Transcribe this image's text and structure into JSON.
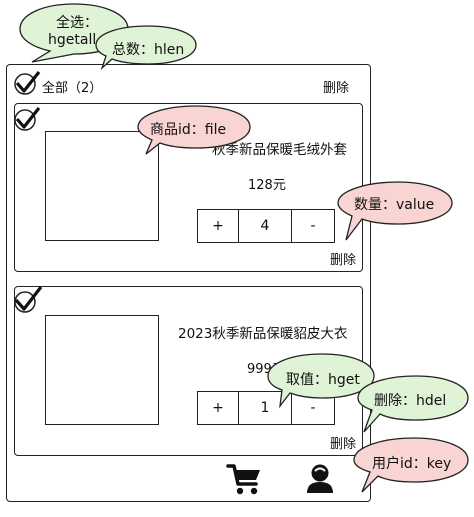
{
  "cart": {
    "select_all_label": "全部（2）",
    "delete_all_label": "删除",
    "items": [
      {
        "title": "秋季新品保暖毛绒外套",
        "price": "128元",
        "qty_plus": "+",
        "qty_value": "4",
        "qty_minus": "-",
        "delete_label": "删除"
      },
      {
        "title": "2023秋季新品保暖貂皮大衣",
        "price": "999元",
        "qty_plus": "+",
        "qty_value": "1",
        "qty_minus": "-",
        "delete_label": "删除"
      }
    ]
  },
  "footer_icons": [
    "cart-icon",
    "user-icon"
  ],
  "annotations": {
    "select_all": {
      "line1": "全选：",
      "line2": "hgetall"
    },
    "total": "总数：hlen",
    "product_id": "商品id：file",
    "quantity": "数量：value",
    "get_value": "取值：hget",
    "delete": "删除：hdel",
    "user_id": "用户id：key"
  },
  "colors": {
    "callout_green": "#dff3d6",
    "callout_pink": "#f8d4d2",
    "outline": "#222222"
  }
}
